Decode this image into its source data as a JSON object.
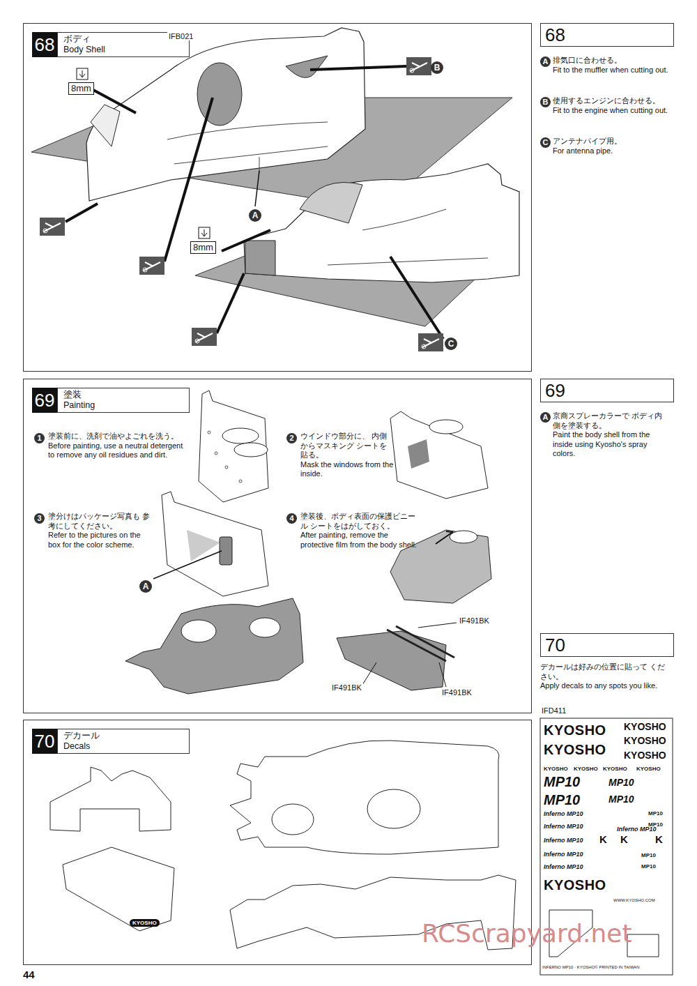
{
  "diagram": {
    "nodes": [
      {
        "text": [
          "68",
          "ボディ",
          "Body Shell"
        ]
      },
      {
        "text": [
          "68",
          "A",
          "排気口に合わせる。",
          "Fit to the muffler when cutting out.",
          "B",
          "使用するエンジンに合わせる。",
          "Fit to the engine when cutting out.",
          "C",
          "アンテナパイプ用。",
          "For antenna pipe."
        ]
      },
      {
        "text": [
          "69",
          "塗装",
          "Painting",
          "1",
          "塗装前に、洗剤で油やよごれを洗う。",
          "Before painting, use a neutral detergent to remove any oil residues and dirt.",
          "2",
          "ウインドウ部分に、 内側からマスキング シートを貼る。",
          "Mask the windows from the inside.",
          "3",
          "塗分けはパッケージ写真も 参考にしてください。",
          "Refer to the pictures on the box for the color scheme.",
          "4",
          "塗装後、ボディ表面の保護ビニール シートをはがしておく。",
          "After painting, remove the protective film from the body shell."
        ]
      },
      {
        "text": [
          "69",
          "A",
          "京商スプレーカラーで ボディ内側を塗装する。",
          "Paint the body shell from the inside using Kyosho's spray colors."
        ]
      },
      {
        "text": [
          "70",
          "デカールは好みの位置に貼って ください。",
          "Apply decals to any spots you like."
        ]
      },
      {
        "text": [
          "70",
          "デカール",
          "Decals"
        ]
      }
    ],
    "labels": [
      "IFB021",
      "8mm",
      "B",
      "A",
      "8mm",
      "C",
      "A",
      "IF491BK",
      "IF491BK",
      "IF491BK",
      "IFD411",
      "KYOSHO",
      "KYOSHO",
      "KYOSHO",
      "KYOSHO",
      "KYOSHO",
      "KYOSHO",
      "KYOSHO",
      "KYOSHO",
      "KYOSHO",
      "KYOSHO",
      "MP10",
      "MP10",
      "MP10",
      "MP10",
      "Inferno MP10",
      "MP10",
      "Inferno MP10",
      "MP10",
      "Inferno MP10",
      "Inferno MP10",
      "Inferno MP10",
      "Inferno MP10",
      "MP10",
      "MP10",
      "KYOSHO",
      "WWW.KYOSHO.COM",
      "INFERNO MP10 · KYOSHO© PRINTED IN TAIWAN",
      "44",
      "RCScrapyard.net",
      "K",
      "K",
      "K"
    ]
  }
}
